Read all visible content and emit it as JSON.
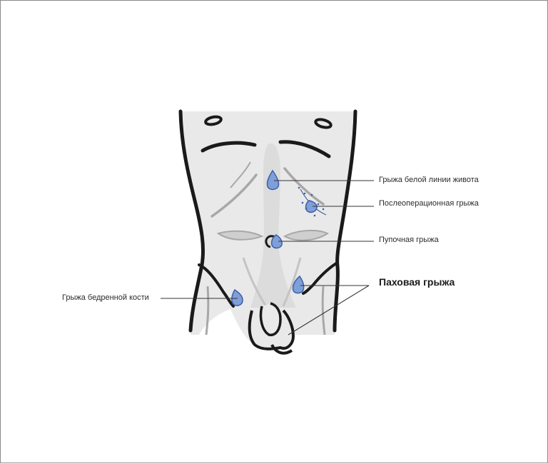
{
  "labels": {
    "white_line": "Грыжа белой линии живота",
    "postoperative": "Послеоперационная грыжа",
    "umbilical": "Пупочная грыжа",
    "inguinal": "Паховая грыжа",
    "femoral": "Грыжа бедренной кости"
  },
  "colors": {
    "skin": "#e9e9e9",
    "outline": "#1a1a1a",
    "shadow": "#a8a8a8",
    "hernia_fill": "#7f9fd8",
    "hernia_edge": "#3f5fa8",
    "leader": "#333333"
  }
}
